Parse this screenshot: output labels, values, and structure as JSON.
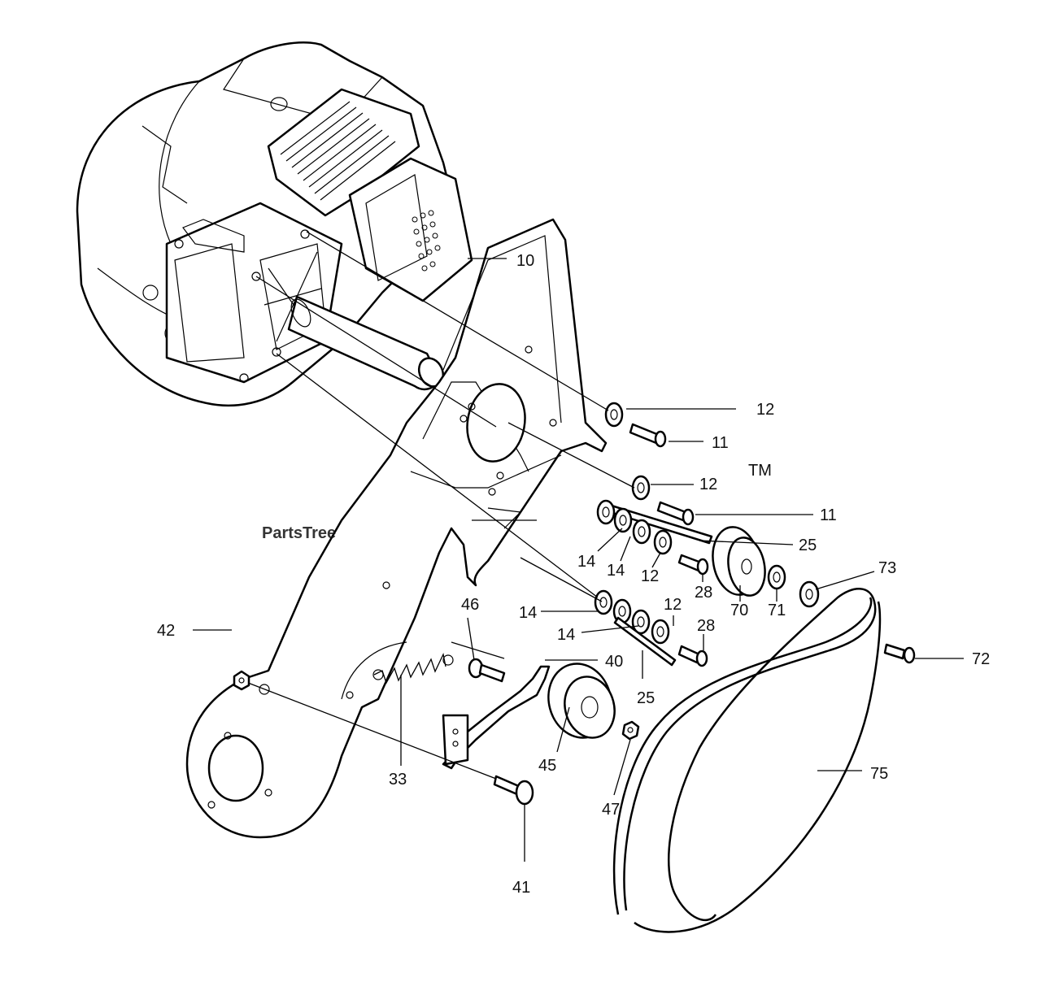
{
  "watermark": {
    "text": "PartsTree",
    "tm": "TM"
  },
  "callouts": [
    {
      "id": "c10",
      "label": "10"
    },
    {
      "id": "c12a",
      "label": "12"
    },
    {
      "id": "c11a",
      "label": "11"
    },
    {
      "id": "c12b",
      "label": "12"
    },
    {
      "id": "c11b",
      "label": "11"
    },
    {
      "id": "c25a",
      "label": "25"
    },
    {
      "id": "c14a",
      "label": "14"
    },
    {
      "id": "c14b",
      "label": "14"
    },
    {
      "id": "c12c",
      "label": "12"
    },
    {
      "id": "c28a",
      "label": "28"
    },
    {
      "id": "c70",
      "label": "70"
    },
    {
      "id": "c71",
      "label": "71"
    },
    {
      "id": "c73",
      "label": "73"
    },
    {
      "id": "c46",
      "label": "46"
    },
    {
      "id": "c14c",
      "label": "14"
    },
    {
      "id": "c12d",
      "label": "12"
    },
    {
      "id": "c28b",
      "label": "28"
    },
    {
      "id": "c14d",
      "label": "14"
    },
    {
      "id": "c40",
      "label": "40"
    },
    {
      "id": "c72",
      "label": "72"
    },
    {
      "id": "c42",
      "label": "42"
    },
    {
      "id": "c25b",
      "label": "25"
    },
    {
      "id": "c33",
      "label": "33"
    },
    {
      "id": "c45",
      "label": "45"
    },
    {
      "id": "c75",
      "label": "75"
    },
    {
      "id": "c47",
      "label": "47"
    },
    {
      "id": "c41",
      "label": "41"
    }
  ]
}
